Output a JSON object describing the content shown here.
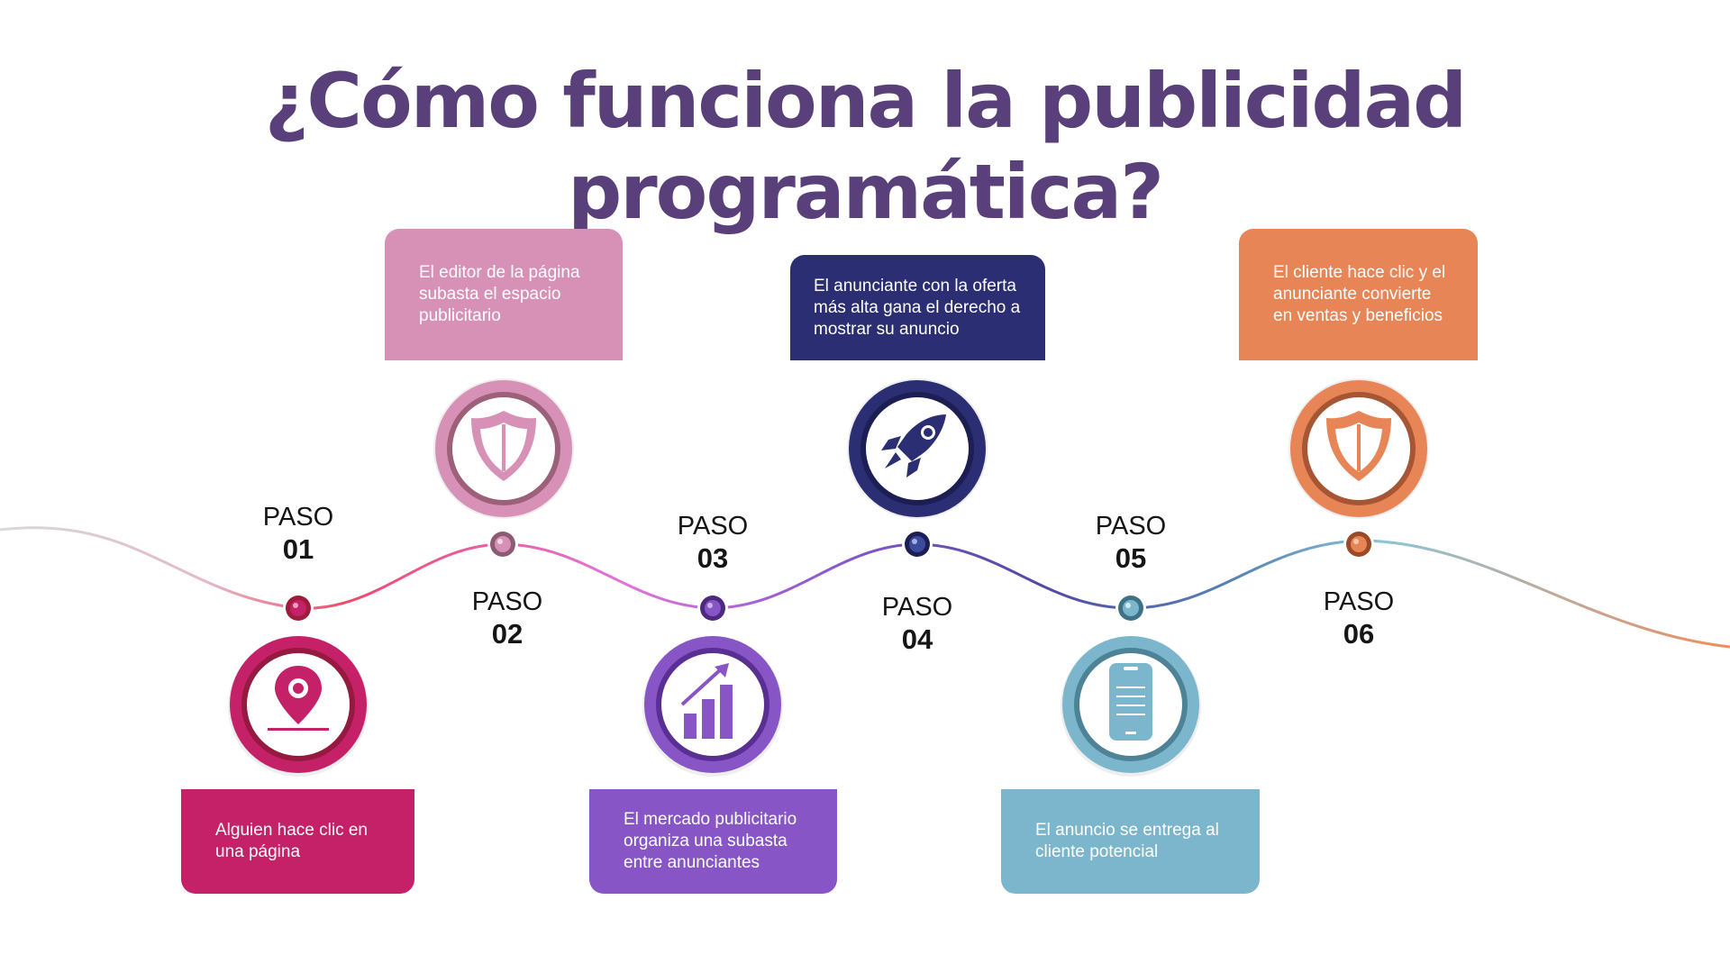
{
  "title": "¿Cómo funciona la publicidad programática?",
  "steps": [
    {
      "paso": "PASO",
      "num": "01",
      "text": "Alguien hace clic en una página",
      "color": "#c52168",
      "icon": "location-pin-icon"
    },
    {
      "paso": "PASO",
      "num": "02",
      "text": "El editor de la página subasta el espacio publicitario",
      "color": "#d891b6",
      "icon": "shield-icon"
    },
    {
      "paso": "PASO",
      "num": "03",
      "text": "El mercado publicitario organiza una subasta entre anunciantes",
      "color": "#8755c5",
      "icon": "bar-chart-growth-icon"
    },
    {
      "paso": "PASO",
      "num": "04",
      "text": "El anunciante con la oferta más alta gana el derecho a mostrar su anuncio",
      "color": "#2b2e72",
      "icon": "rocket-icon"
    },
    {
      "paso": "PASO",
      "num": "05",
      "text": "El anuncio se entrega al cliente potencial",
      "color": "#7bb6cc",
      "icon": "smartphone-icon"
    },
    {
      "paso": "PASO",
      "num": "06",
      "text": "El cliente hace clic y el anunciante convierte en ventas y beneficios",
      "color": "#e88557",
      "icon": "shield-icon"
    }
  ]
}
